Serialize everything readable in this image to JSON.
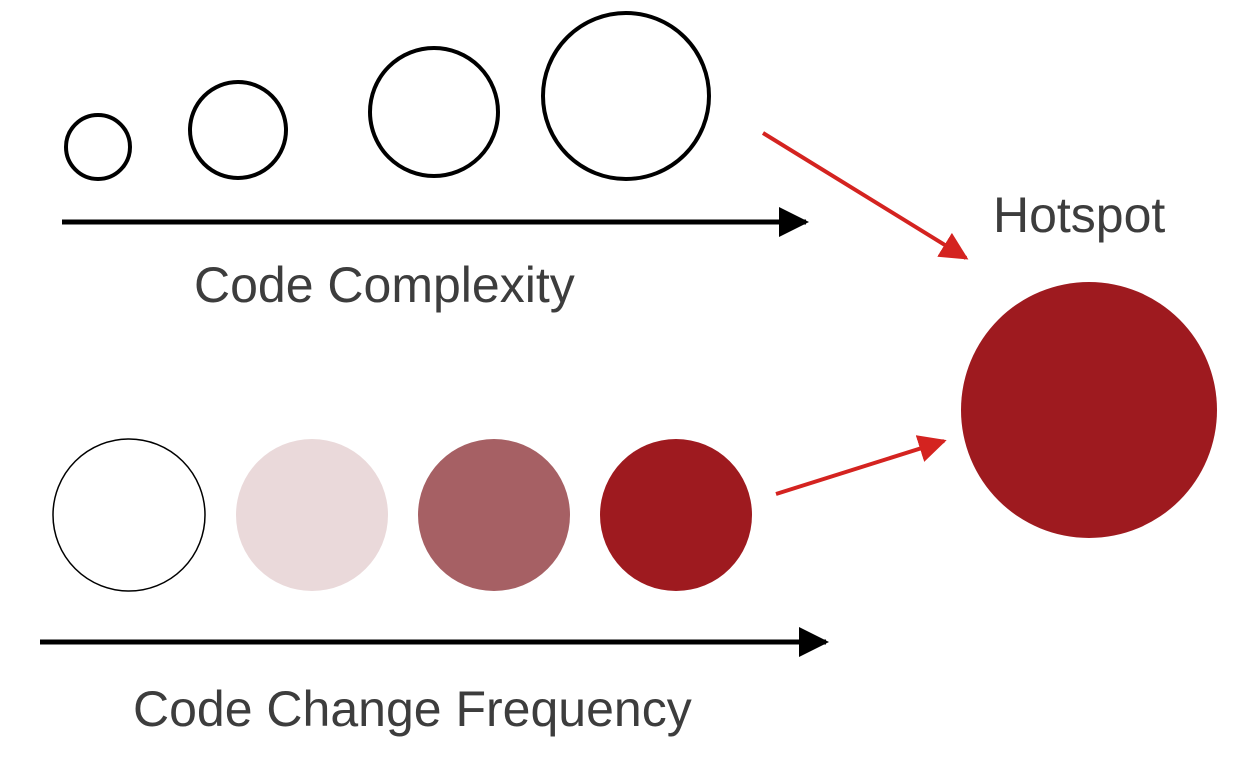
{
  "labels": {
    "complexity": "Code Complexity",
    "frequency": "Code Change Frequency",
    "hotspot": "Hotspot"
  },
  "colors": {
    "outline": "#000000",
    "arrow_red": "#d42320",
    "hotspot_red": "#9e1a1f",
    "fade_light": "#ead9da",
    "fade_mid": "#a66064",
    "text": "#3d3d3d"
  },
  "complexity_scale": [
    "small",
    "medium",
    "large",
    "largest"
  ],
  "frequency_scale": [
    "none",
    "low",
    "medium",
    "high"
  ]
}
